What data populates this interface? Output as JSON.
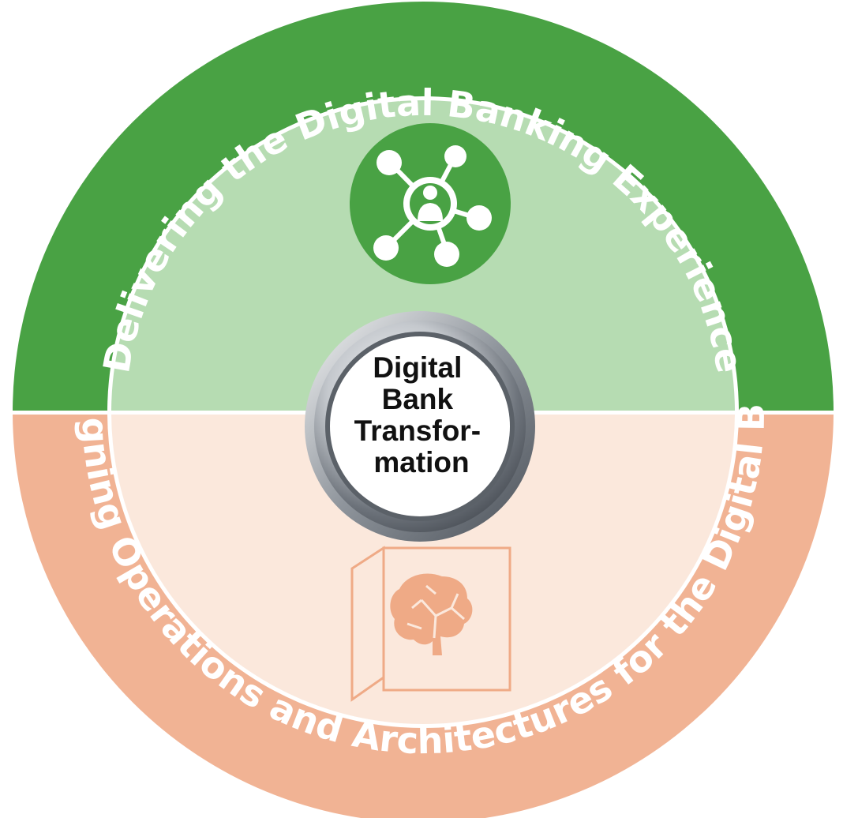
{
  "diagram": {
    "top_ring_label": "Delivering the Digital Banking Experience",
    "bottom_ring_label": "Designing Operations and Architectures for the Digital Bank",
    "center_label_lines": [
      "Digital",
      "Bank",
      "Transfor-",
      "mation"
    ],
    "top_icon": "network-person-icon",
    "bottom_icon": "brain-in-box-icon",
    "colors": {
      "top_ring": "#49a244",
      "top_inner": "#b6dcb2",
      "bottom_ring": "#f1b394",
      "bottom_inner": "#fbe8dc",
      "bottom_icon": "#efaa86",
      "center_ring": "#8a8f96",
      "center_fill": "#ffffff"
    }
  }
}
